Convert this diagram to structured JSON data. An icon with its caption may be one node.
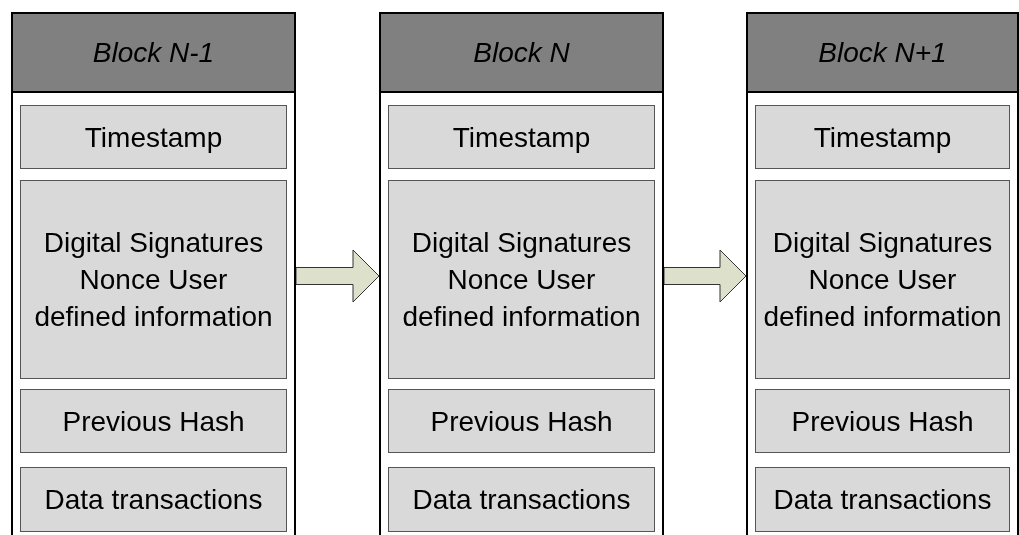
{
  "diagram": {
    "nodes": [
      {
        "text": [
          "Block N-1"
        ]
      },
      {
        "text": [
          "Timestamp"
        ],
        "in": 0
      },
      {
        "text": [
          "Digital Signatures Nonce User defined information"
        ],
        "in": 0
      },
      {
        "text": [
          "Previous Hash"
        ],
        "in": 0
      },
      {
        "text": [
          "Data transactions"
        ],
        "in": 0
      },
      {
        "text": [
          "Block N"
        ]
      },
      {
        "text": [
          "Timestamp"
        ],
        "in": 5
      },
      {
        "text": [
          "Digital Signatures Nonce User defined information"
        ],
        "in": 5
      },
      {
        "text": [
          "Previous Hash"
        ],
        "in": 5
      },
      {
        "text": [
          "Data transactions"
        ],
        "in": 5
      },
      {
        "text": [
          "Block N+1"
        ]
      },
      {
        "text": [
          "Timestamp"
        ],
        "in": 10
      },
      {
        "text": [
          "Digital Signatures Nonce User defined information"
        ],
        "in": 10
      },
      {
        "text": [
          "Previous Hash"
        ],
        "in": 10
      },
      {
        "text": [
          "Data transactions"
        ],
        "in": 10
      }
    ],
    "edges": [
      {
        "from": 0,
        "to": 5,
        "arrow": "to"
      },
      {
        "from": 5,
        "to": 10,
        "arrow": "to"
      }
    ]
  }
}
